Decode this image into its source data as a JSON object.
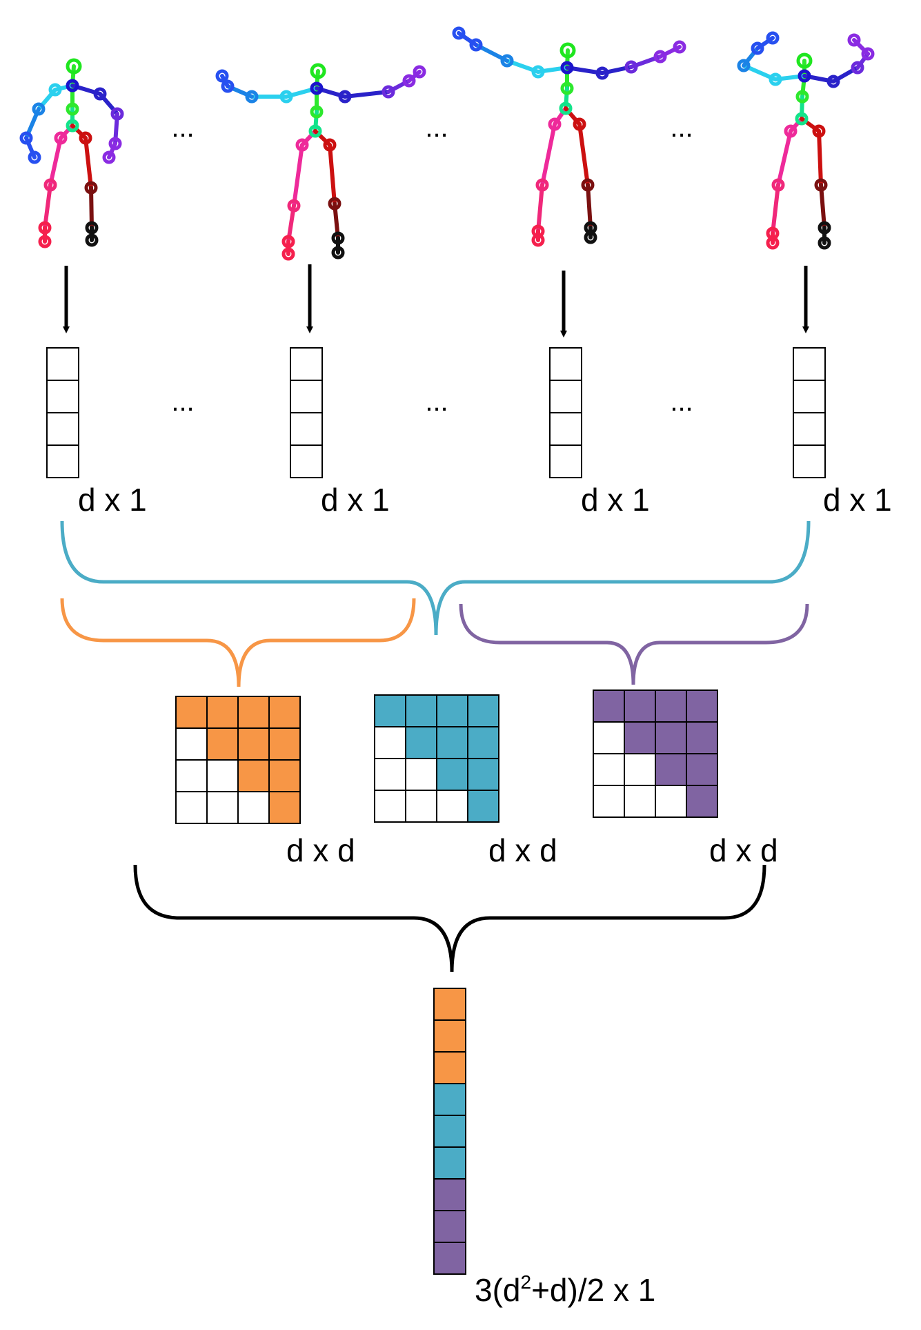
{
  "skeleton_colors": {
    "head": "#1fe61f",
    "neck": "#1b14cc",
    "spine": "#2de82d",
    "hip_center": "#13e38a",
    "left_upper_arm": "#2bd0ee",
    "left_forearm": "#1b83e6",
    "left_hand": "#2750f0",
    "right_upper_arm": "#2a22c9",
    "right_forearm": "#6b2bdc",
    "right_hand": "#8a2be2",
    "left_thigh": "#ee2a9a",
    "left_shin": "#f0287a",
    "left_foot": "#f5204d",
    "right_thigh": "#cc1010",
    "right_shin": "#7a1010",
    "right_foot": "#111111"
  },
  "ellipsis": "...",
  "frame_vector_label": "d x 1",
  "matrix_label": "d x d",
  "final_vector_label_prefix": "3(d",
  "final_vector_label_sup": "2",
  "final_vector_label_suffix": "+d)/2 x 1",
  "colors": {
    "orange": "#f79646",
    "teal": "#4bacc6",
    "purple": "#8064a2",
    "black": "#000000"
  }
}
